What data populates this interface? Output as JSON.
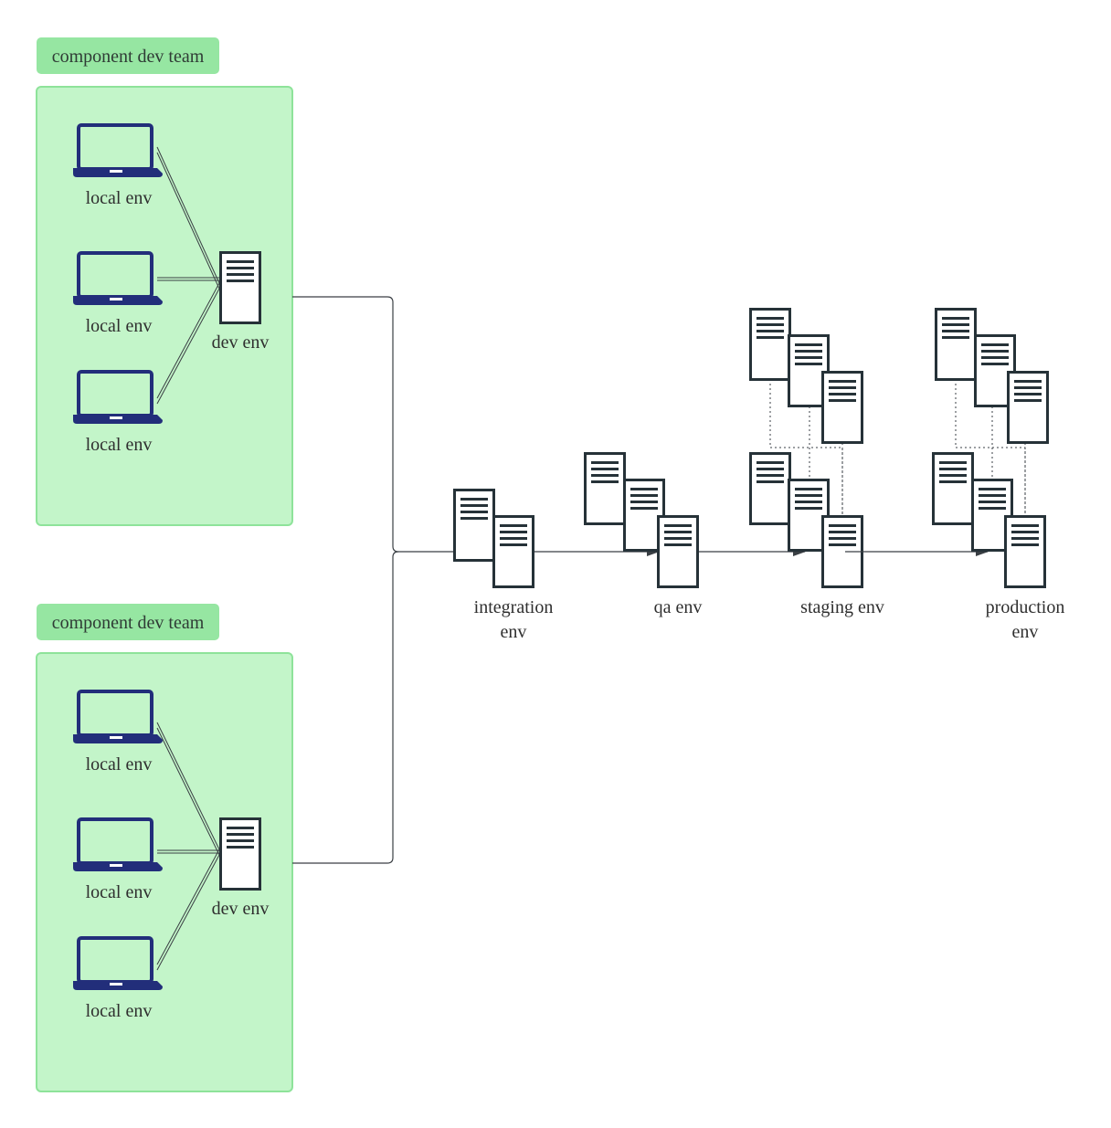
{
  "colors": {
    "team_box_fill": "#c3f5c9",
    "team_box_stroke": "#8ee39a",
    "team_tag_fill": "#96e6a2",
    "laptop": "#222e7a",
    "server": "#263238",
    "connector": "#3a3f44"
  },
  "teams": [
    {
      "label": "component dev team",
      "local_envs": [
        {
          "label": "local env",
          "icon": "laptop-icon"
        },
        {
          "label": "local env",
          "icon": "laptop-icon"
        },
        {
          "label": "local env",
          "icon": "laptop-icon"
        }
      ],
      "dev_env": {
        "label": "dev env",
        "icon": "server-icon"
      }
    },
    {
      "label": "component dev team",
      "local_envs": [
        {
          "label": "local env",
          "icon": "laptop-icon"
        },
        {
          "label": "local env",
          "icon": "laptop-icon"
        },
        {
          "label": "local env",
          "icon": "laptop-icon"
        }
      ],
      "dev_env": {
        "label": "dev env",
        "icon": "server-icon"
      }
    }
  ],
  "pipeline": [
    {
      "label_lines": [
        "integration",
        "env"
      ],
      "servers": 2
    },
    {
      "label_lines": [
        "qa env"
      ],
      "servers": 3
    },
    {
      "label_lines": [
        "staging env"
      ],
      "servers": 6
    },
    {
      "label_lines": [
        "production",
        "env"
      ],
      "servers": 6
    }
  ]
}
